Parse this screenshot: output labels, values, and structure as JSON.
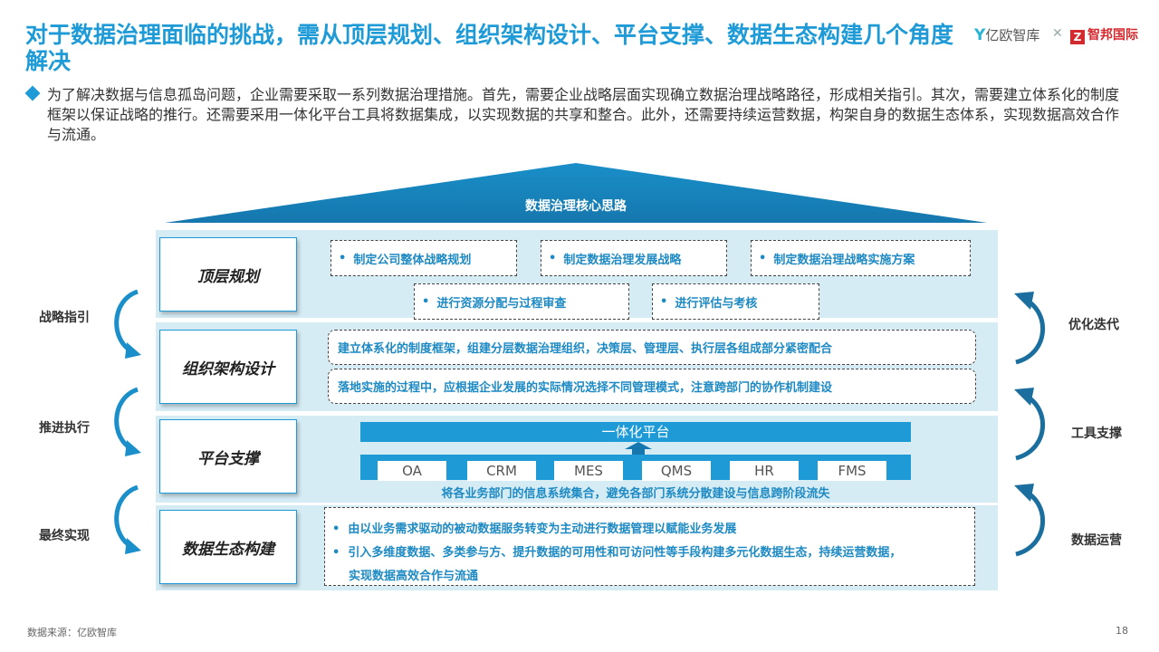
{
  "title": "对于数据治理面临的挑战，需从顶层规划、组织架构设计、平台支撑、数据生态构建几个角度解决",
  "logos": {
    "yiou": "亿欧智库",
    "zhibang": "智邦国际",
    "zhibang_mark": "Z"
  },
  "intro": "为了解决数据与信息孤岛问题，企业需要采取一系列数据治理措施。首先，需要企业战略层面实现确立数据治理战略路径，形成相关指引。其次，需要建立体系化的制度框架以保证战略的推行。还需要采用一体化平台工具将数据集成，以实现数据的共享和整合。此外，还需要持续运营数据，构架自身的数据生态体系，实现数据高效合作与流通。",
  "roof_title": "数据治理核心思路",
  "bullet_dot": "•",
  "layers": {
    "top": {
      "name": "顶层规划",
      "items": [
        "制定公司整体战略规划",
        "制定数据治理发展战略",
        "制定数据治理战略实施方案",
        "进行资源分配与过程审查",
        "进行评估与考核"
      ]
    },
    "org": {
      "name": "组织架构设计",
      "items": [
        "建立体系化的制度框架，组建分层数据治理组织，决策层、管理层、执行层各组成部分紧密配合",
        "落地实施的过程中，应根据企业发展的实际情况选择不同管理模式，注意跨部门的协作机制建设"
      ]
    },
    "platform": {
      "name": "平台支撑",
      "bar": "一体化平台",
      "systems": [
        "OA",
        "CRM",
        "MES",
        "QMS",
        "HR",
        "FMS"
      ],
      "note": "将各业务部门的信息系统集合，避免各部门系统分散建设与信息跨阶段流失"
    },
    "eco": {
      "name": "数据生态构建",
      "items": [
        "由以业务需求驱动的被动数据服务转变为主动进行数据管理以赋能业务发展",
        "引入多维度数据、多类参与方、提升数据的可用性和可访问性等手段构建多元化数据生态，持续运营数据，",
        "实现数据高效合作与流通"
      ]
    }
  },
  "left_labels": [
    "战略指引",
    "推进执行",
    "最终实现"
  ],
  "right_labels": [
    "优化迭代",
    "工具支撑",
    "数据运营"
  ],
  "source": "数据来源：亿欧智库",
  "page": "18",
  "colors": {
    "accent": "#1e9bd7",
    "band": "#d6ecf5",
    "dark_arrow": "#1a6f9e"
  }
}
